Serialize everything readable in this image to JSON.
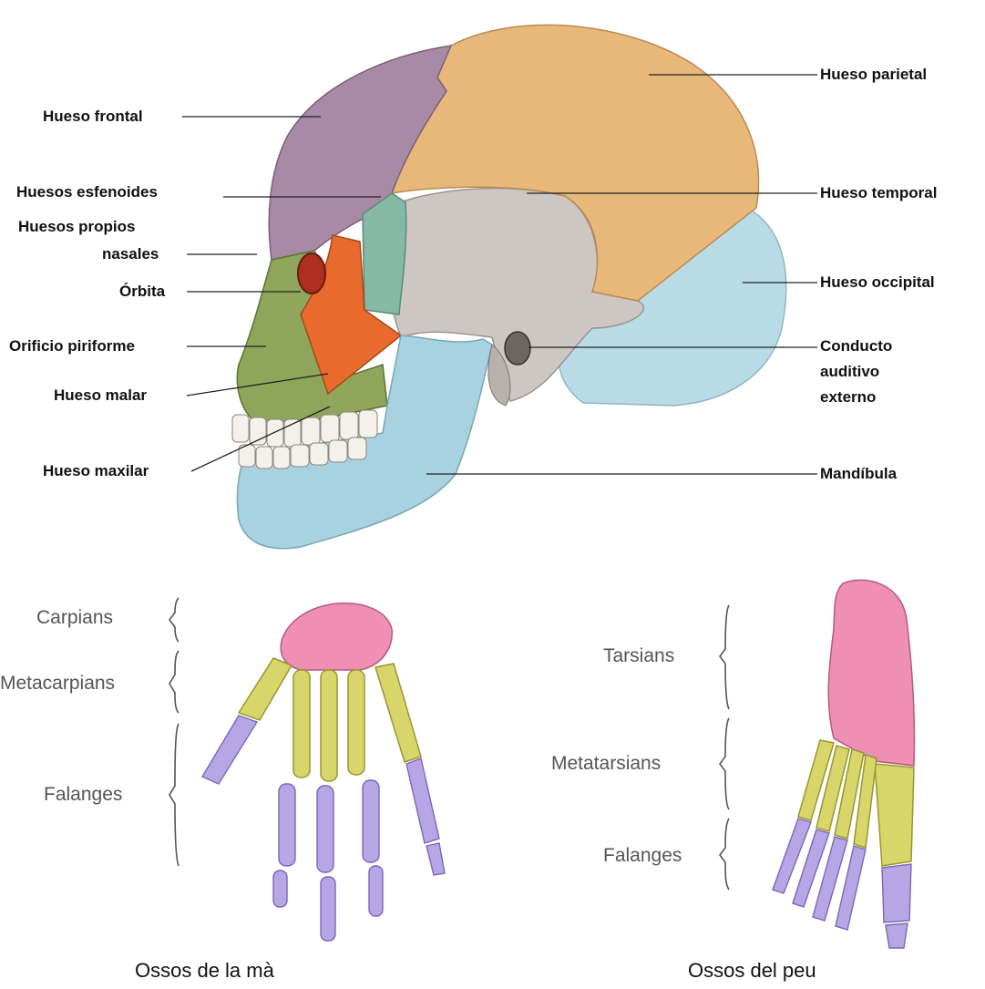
{
  "skull": {
    "labels": {
      "frontal": "Hueso frontal",
      "esfenoides": "Huesos esfenoides",
      "propios_nasales_1": "Huesos propios",
      "propios_nasales_2": "nasales",
      "orbita": "Órbita",
      "piriforme": "Orificio piriforme",
      "malar": "Hueso malar",
      "maxilar": "Hueso maxilar",
      "parietal": "Hueso parietal",
      "temporal": "Hueso temporal",
      "occipital": "Hueso occipital",
      "conducto_1": "Conducto",
      "conducto_2": "auditivo",
      "conducto_3": "externo",
      "mandibula": "Mandíbula"
    }
  },
  "hand": {
    "labels": {
      "carpians": "Carpians",
      "metacarpians": "Metacarpians",
      "falanges": "Falanges"
    },
    "caption": "Ossos de la mà"
  },
  "foot": {
    "labels": {
      "tarsians": "Tarsians",
      "metatarsians": "Metatarsians",
      "falanges": "Falanges"
    },
    "caption": "Ossos del peu"
  },
  "colors": {
    "frontal": "#a98aa6",
    "parietal": "#e8b77a",
    "temporal": "#cdc6c2",
    "occipital": "#b9dbe6",
    "mandible": "#a9d2e0",
    "maxilla": "#8fa65a",
    "malar": "#e86a2c",
    "sphenoid": "#86b8a6",
    "carpal": "#ee8fb3",
    "metacarpal": "#d8d56a",
    "phalanx": "#b7a6e6"
  }
}
